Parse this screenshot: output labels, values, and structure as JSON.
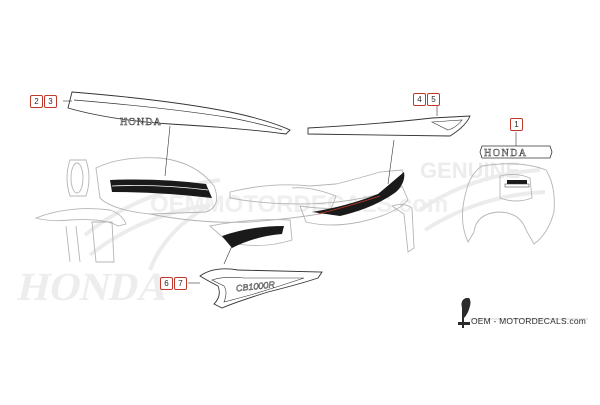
{
  "callouts": {
    "stripe": [
      "2",
      "3"
    ],
    "tail": [
      "4",
      "5"
    ],
    "emblem": [
      "1"
    ],
    "cover": [
      "6",
      "7"
    ]
  },
  "decal_text": {
    "stripe_wordmark": "HONDA",
    "emblem_wordmark": "HONDA",
    "cover_script": "CB1000R"
  },
  "watermark": {
    "big_word": "HONDA",
    "genuine_word": "GENUINE",
    "site_overlay": "OEMMOTORDECALS.com"
  },
  "site_logo": {
    "text": "OEM - MOTORDECALS.com"
  },
  "colors": {
    "line": "#333333",
    "callout_border": "#c0392b",
    "watermark": "#e6e6e6",
    "decal_dark": "#1a1a1a",
    "decal_red": "#c0392b"
  }
}
